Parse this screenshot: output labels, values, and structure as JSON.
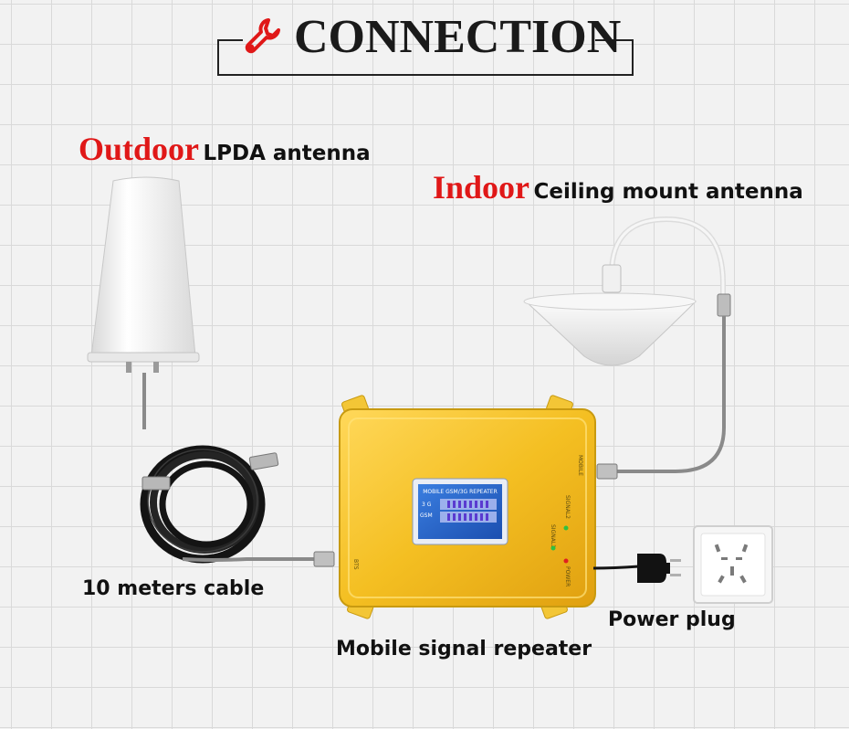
{
  "header": {
    "title": "CONNECTION",
    "icon": "wrench-icon",
    "icon_color": "#e01818"
  },
  "outdoor": {
    "accent": "Outdoor",
    "desc": "LPDA antenna"
  },
  "indoor": {
    "accent": "Indoor",
    "desc": "Ceiling mount antenna"
  },
  "cable": {
    "label": "10 meters cable"
  },
  "repeater": {
    "label": "Mobile signal repeater",
    "screen_title": "MOBILE GSM/3G REPEATER",
    "band_3g": "3 G",
    "band_gsm": "GSM",
    "port_bts": "BTS",
    "port_mobile": "MOBILE",
    "led_power": "POWER",
    "led_signal1": "SIGNAL1",
    "led_signal2": "SIGNAL2"
  },
  "power": {
    "label": "Power plug"
  },
  "colors": {
    "accent": "#e01818",
    "repeater_gold": "#f0c02a",
    "screen_blue": "#2a6ad0",
    "cable_gray": "#8a8a8a"
  }
}
